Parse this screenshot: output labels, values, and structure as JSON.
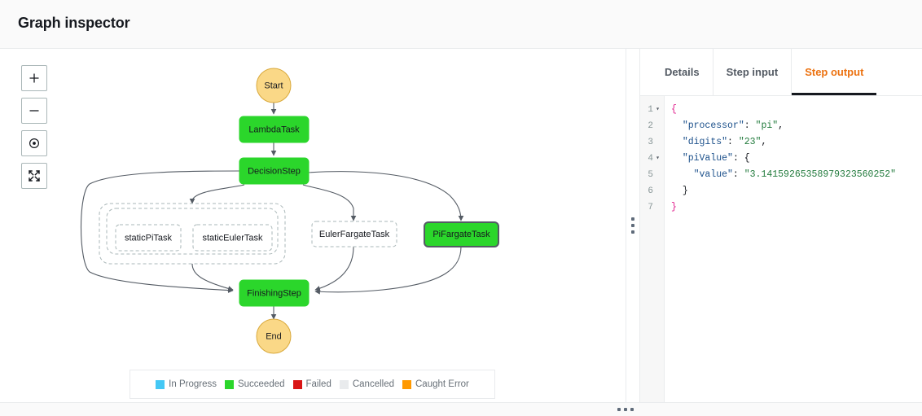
{
  "header": {
    "title": "Graph inspector"
  },
  "zoom_controls": [
    {
      "name": "zoom-in",
      "glyph": "+"
    },
    {
      "name": "zoom-out",
      "glyph": "−"
    },
    {
      "name": "center-graph",
      "glyph": "⊙"
    },
    {
      "name": "fit-screen",
      "glyph": "⤢"
    }
  ],
  "graph": {
    "nodes": [
      {
        "id": "start",
        "label": "Start",
        "type": "terminal",
        "state": "caught-error"
      },
      {
        "id": "lambdatask",
        "label": "LambdaTask",
        "type": "task",
        "state": "succeeded"
      },
      {
        "id": "decisionstep",
        "label": "DecisionStep",
        "type": "task",
        "state": "succeeded"
      },
      {
        "id": "parallel",
        "label": "",
        "type": "group",
        "state": "inactive"
      },
      {
        "id": "staticpitask",
        "label": "staticPiTask",
        "type": "task",
        "state": "inactive"
      },
      {
        "id": "staticeulertask",
        "label": "staticEulerTask",
        "type": "task",
        "state": "inactive"
      },
      {
        "id": "eulerfargatetask",
        "label": "EulerFargateTask",
        "type": "task",
        "state": "inactive"
      },
      {
        "id": "pifargatetask",
        "label": "PiFargateTask",
        "type": "task",
        "state": "succeeded",
        "selected": true
      },
      {
        "id": "finishingstep",
        "label": "FinishingStep",
        "type": "task",
        "state": "succeeded"
      },
      {
        "id": "end",
        "label": "End",
        "type": "terminal",
        "state": "caught-error"
      }
    ]
  },
  "legend": {
    "items": [
      {
        "label": "In Progress",
        "color": "#44c8f5"
      },
      {
        "label": "Succeeded",
        "color": "#2bd62b"
      },
      {
        "label": "Failed",
        "color": "#d91515"
      },
      {
        "label": "Cancelled",
        "color": "#e9ebed"
      },
      {
        "label": "Caught Error",
        "color": "#ff9900"
      }
    ]
  },
  "detail": {
    "tabs": [
      {
        "label": "Details",
        "active": false
      },
      {
        "label": "Step input",
        "active": false
      },
      {
        "label": "Step output",
        "active": true
      }
    ],
    "code": {
      "lines": [
        {
          "number": "1",
          "foldable": true,
          "indent": 0,
          "tokens": [
            {
              "t": "{",
              "c": "brace"
            }
          ]
        },
        {
          "number": "2",
          "foldable": false,
          "indent": 1,
          "tokens": [
            {
              "t": "\"processor\"",
              "c": "key"
            },
            {
              "t": ": ",
              "c": "punc"
            },
            {
              "t": "\"pi\"",
              "c": "str"
            },
            {
              "t": ",",
              "c": "punc"
            }
          ]
        },
        {
          "number": "3",
          "foldable": false,
          "indent": 1,
          "tokens": [
            {
              "t": "\"digits\"",
              "c": "key"
            },
            {
              "t": ": ",
              "c": "punc"
            },
            {
              "t": "\"23\"",
              "c": "str"
            },
            {
              "t": ",",
              "c": "punc"
            }
          ]
        },
        {
          "number": "4",
          "foldable": true,
          "indent": 1,
          "tokens": [
            {
              "t": "\"piValue\"",
              "c": "key"
            },
            {
              "t": ": ",
              "c": "punc"
            },
            {
              "t": "{",
              "c": "brace2"
            }
          ]
        },
        {
          "number": "5",
          "foldable": false,
          "indent": 2,
          "tokens": [
            {
              "t": "\"value\"",
              "c": "key"
            },
            {
              "t": ": ",
              "c": "punc"
            },
            {
              "t": "\"3.14159265358979323560252\"",
              "c": "str"
            }
          ]
        },
        {
          "number": "6",
          "foldable": false,
          "indent": 1,
          "tokens": [
            {
              "t": "}",
              "c": "brace2"
            }
          ]
        },
        {
          "number": "7",
          "foldable": false,
          "indent": 0,
          "tokens": [
            {
              "t": "}",
              "c": "brace"
            }
          ]
        }
      ],
      "fold_glyph": "▾"
    }
  },
  "colors": {
    "succeeded": "#2bd62b",
    "terminal": "#fad887",
    "terminal_border": "#d9a93c",
    "inactive_border": "#aab7b8",
    "selected_border": "#545b64",
    "edge": "#545b64",
    "accent": "#ec7211"
  }
}
